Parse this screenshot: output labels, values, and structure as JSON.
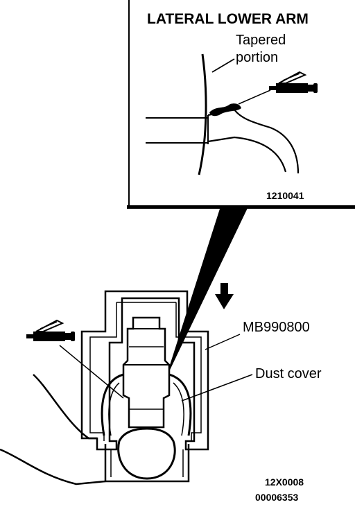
{
  "inset": {
    "title": "LATERAL LOWER ARM",
    "callout_line1": "Tapered",
    "callout_line2": "portion",
    "figure_code": "1210041"
  },
  "main": {
    "tool_label": "MB990800",
    "dust_cover_label": "Dust cover",
    "code_line1": "12X0008",
    "code_line2": "00006353"
  }
}
